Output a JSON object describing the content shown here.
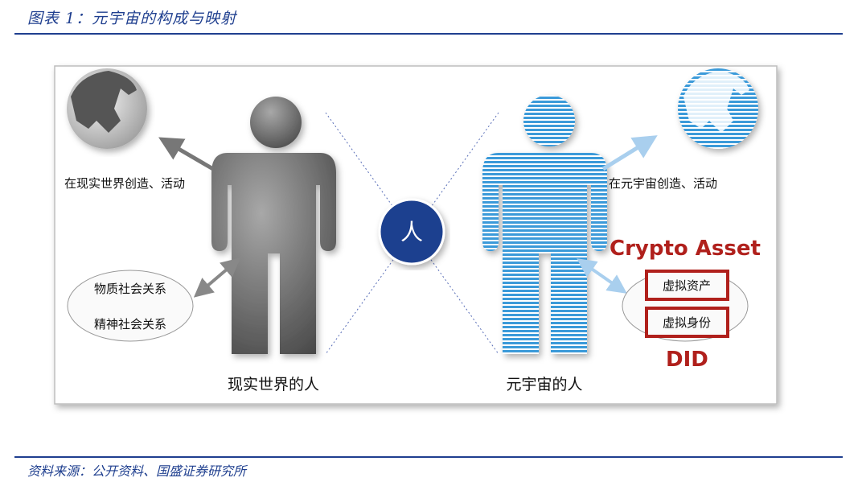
{
  "caption": "图表 1：元宇宙的构成与映射",
  "source": "资料来源：公开资料、国盛证券研究所",
  "diagram": {
    "left": {
      "activity": "在现实世界创造、活动",
      "relations": [
        "物质社会关系",
        "精神社会关系"
      ],
      "person_label": "现实世界的人"
    },
    "center": {
      "label": "人"
    },
    "right": {
      "activity": "在元宇宙创造、活动",
      "assets": [
        "虚拟资产",
        "虚拟身份"
      ],
      "person_label": "元宇宙的人",
      "annotation_top": "Crypto Asset",
      "annotation_bottom": "DID"
    }
  },
  "colors": {
    "accent": "#1f3f8f",
    "highlight": "#b0201c",
    "metaverse": "#3a9ad9",
    "real": "#555555"
  }
}
